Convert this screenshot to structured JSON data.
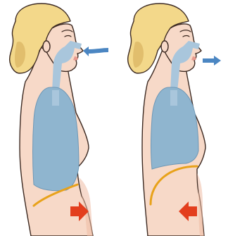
{
  "figure": {
    "panels": [
      {
        "phase": "inhale",
        "air_direction": "in",
        "abdomen_arrow": "right"
      },
      {
        "phase": "exhale",
        "air_direction": "out",
        "abdomen_arrow": "left"
      }
    ]
  },
  "colors": {
    "skin": "#f7d9c8",
    "skin_shadow": "#eebca4",
    "outline": "#3d2a22",
    "hair": "#f3d88a",
    "hair_shadow": "#dcb865",
    "lungs": "#8fb5cf",
    "lung_edge": "#6d97b6",
    "airway": "#a9c6dc",
    "diaphragm": "#e8a21a",
    "arrow_blue": "#4b86c2",
    "arrow_red": "#e33e1d"
  },
  "icons": {
    "air_in": "arrow-left-icon",
    "air_out": "arrow-right-icon",
    "abdomen_out": "arrow-right-icon",
    "abdomen_in": "arrow-left-icon"
  }
}
